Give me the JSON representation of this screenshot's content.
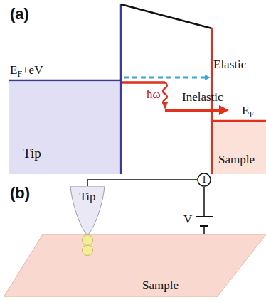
{
  "diagram": {
    "nodes": [
      {
        "text": [
          "Tip"
        ]
      },
      {
        "text": [
          "Sample"
        ]
      },
      {
        "text": [
          "Tip"
        ]
      },
      {
        "text": [
          "I"
        ]
      },
      {
        "text": [
          "Sample"
        ]
      }
    ],
    "edges": [
      {
        "from": 2,
        "to": 3,
        "arrow": "none"
      },
      {
        "from": 3,
        "to": 4,
        "arrow": "none"
      }
    ],
    "labels": [
      "(a)",
      "EF+eV",
      "Elastic",
      "ħω",
      "Inelastic",
      "EF",
      "(b)",
      "V"
    ]
  }
}
